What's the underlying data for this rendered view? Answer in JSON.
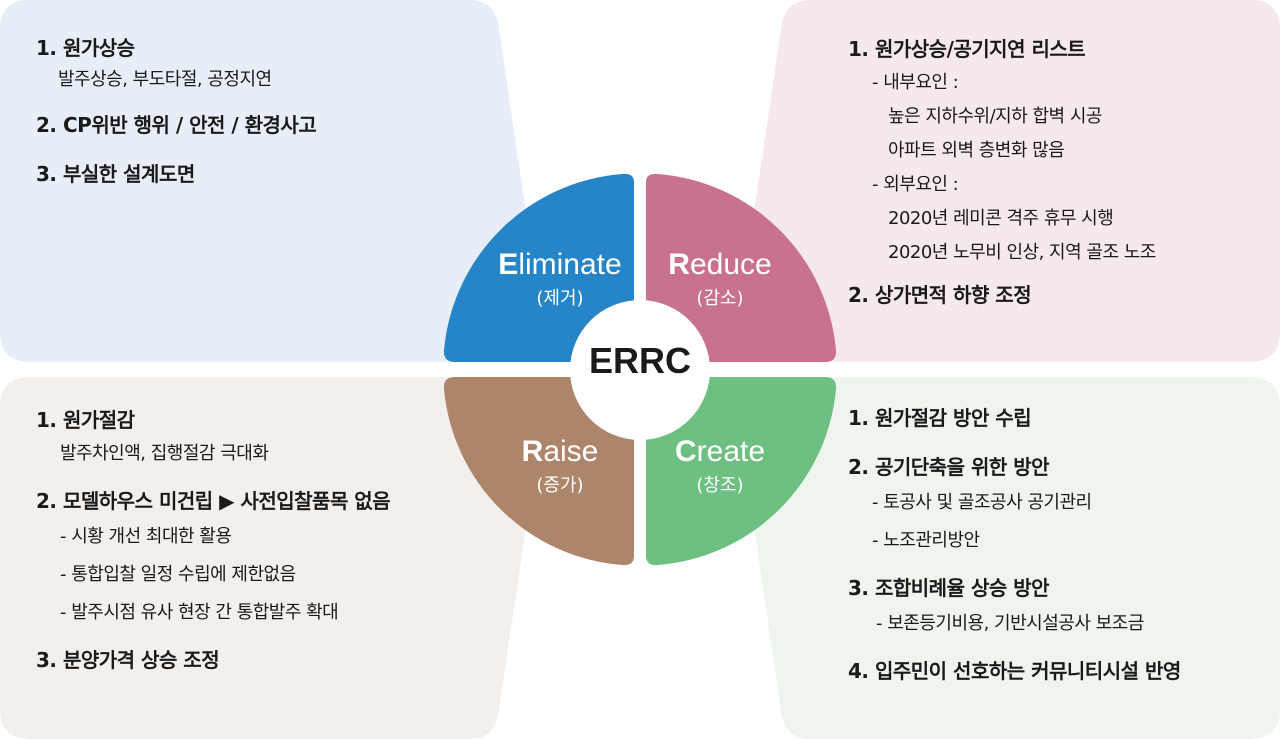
{
  "colors": {
    "eliminate": "#2585c7",
    "reduce": "#c97290",
    "raise": "#ad856b",
    "create": "#6ebf82",
    "eliminate_bg": "#e8eef8",
    "reduce_bg": "#f5e9ee",
    "raise_bg": "#f3efec",
    "create_bg": "#edf5ee"
  },
  "center": "ERRC",
  "quadrants": {
    "eliminate": {
      "initial": "E",
      "rest": "liminate",
      "ko": "(제거)"
    },
    "reduce": {
      "initial": "R",
      "rest": "educe",
      "ko": "(감소)"
    },
    "raise": {
      "initial": "R",
      "rest": "aise",
      "ko": "(증가)"
    },
    "create": {
      "initial": "C",
      "rest": "reate",
      "ko": "(창조)"
    }
  },
  "eliminate_panel": {
    "h1": "1. 원가상승",
    "s1": "발주상승, 부도타절, 공정지연",
    "h2": "2. CP위반 행위 / 안전 / 환경사고",
    "h3": "3. 부실한 설계도면"
  },
  "reduce_panel": {
    "h1": "1. 원가상승/공기지연 리스트",
    "s1": "- 내부요인 :",
    "s2": "높은 지하수위/지하 합벽 시공",
    "s3": "아파트 외벽 층변화 많음",
    "s4": "- 외부요인 :",
    "s5": "2020년 레미콘 격주 휴무 시행",
    "s6": "2020년 노무비 인상, 지역 골조 노조",
    "h2": "2. 상가면적 하향 조정"
  },
  "raise_panel": {
    "h1": "1. 원가절감",
    "s1": "발주차인액, 집행절감 극대화",
    "h2": "2. 모델하우스 미건립 ▶ 사전입찰품목 없음",
    "s2": "- 시황 개선 최대한 활용",
    "s3": "- 통합입찰 일정 수립에 제한없음",
    "s4": "- 발주시점 유사 현장 간 통합발주 확대",
    "h3": "3. 분양가격 상승 조정"
  },
  "create_panel": {
    "h1": "1. 원가절감 방안 수립",
    "h2": "2. 공기단축을 위한 방안",
    "s1": "- 토공사 및 골조공사 공기관리",
    "s2": "- 노조관리방안",
    "h3": "3. 조합비례율 상승 방안",
    "s3": "- 보존등기비용, 기반시설공사 보조금",
    "h4": "4. 입주민이 선호하는 커뮤니티시설 반영"
  }
}
